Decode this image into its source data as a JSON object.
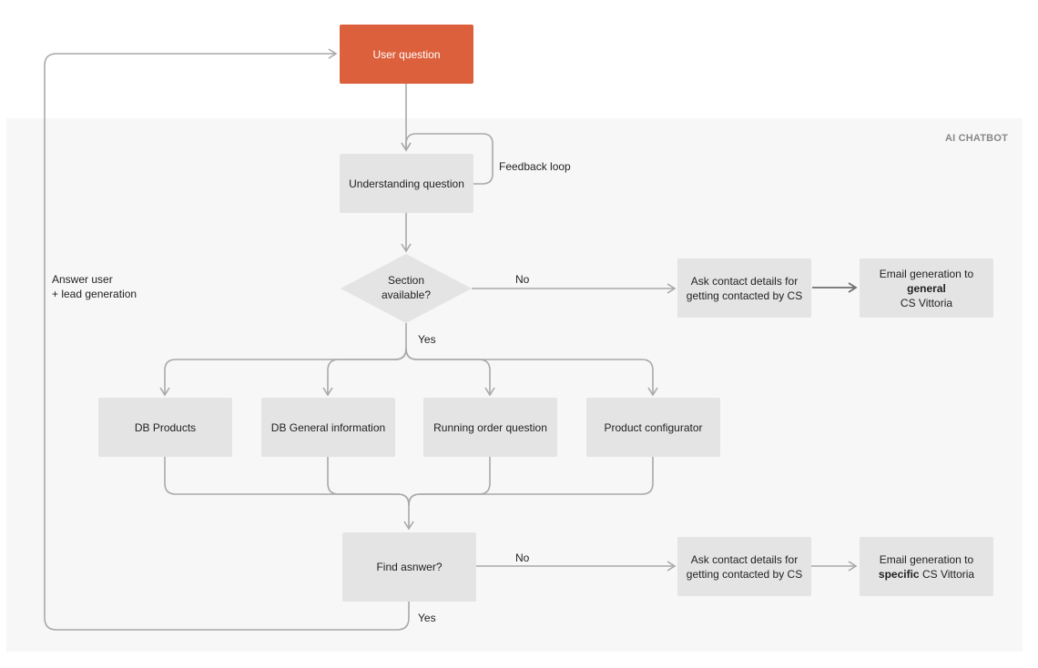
{
  "region_label": "AI CHATBOT",
  "nodes": {
    "user_question": "User question",
    "understanding": "Understanding question",
    "section_line1": "Section",
    "section_line2": "available?",
    "ask_contact_1_line1": "Ask contact details for",
    "ask_contact_1_line2": "getting contacted by CS",
    "email_general_prefix": "Email generation to ",
    "email_general_bold": "general",
    "email_general_line2": "CS Vittoria",
    "db_products": "DB Products",
    "db_general": "DB General information",
    "running_order": "Running order question",
    "product_configurator": "Product configurator",
    "find_answer": "Find asnwer?",
    "ask_contact_2_line1": "Ask contact details for",
    "ask_contact_2_line2": "getting contacted by CS",
    "email_specific_line1": "Email generation to",
    "email_specific_bold": "specific",
    "email_specific_suffix": " CS Vittoria"
  },
  "edge_labels": {
    "feedback": "Feedback loop",
    "no_1": "No",
    "yes_1": "Yes",
    "no_2": "No",
    "yes_2": "Yes",
    "answer_line1": "Answer user",
    "answer_line2": "+ lead generation"
  }
}
